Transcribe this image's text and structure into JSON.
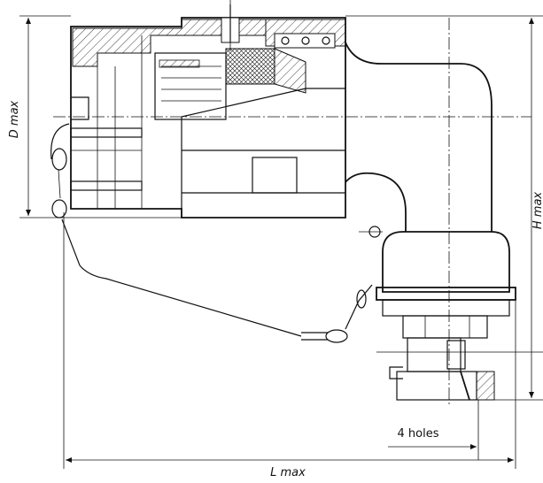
{
  "dimensions": {
    "d_max": "D max",
    "h_max": "H max",
    "l_max": "L max"
  },
  "notes": {
    "holes": "4 holes"
  }
}
